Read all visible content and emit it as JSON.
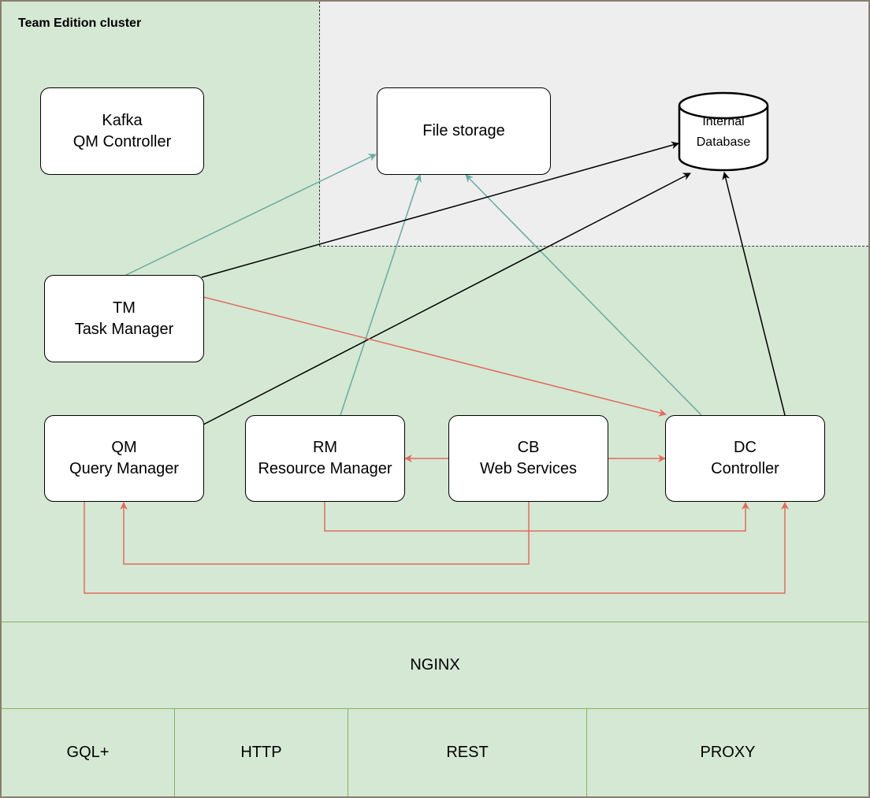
{
  "cluster": {
    "title": "Team Edition cluster"
  },
  "nodes": {
    "kafka": [
      "Kafka",
      "QM Controller"
    ],
    "file_storage": [
      "File storage"
    ],
    "database": [
      "Internal",
      "Database"
    ],
    "tm": [
      "TM",
      "Task Manager"
    ],
    "qm": [
      "QM",
      "Query Manager"
    ],
    "rm": [
      "RM",
      "Resource Manager"
    ],
    "cb": [
      "CB",
      "Web Services"
    ],
    "dc": [
      "DC",
      "Controller"
    ]
  },
  "gateway": {
    "label": "NGINX"
  },
  "protocols": [
    "GQL+",
    "HTTP",
    "REST",
    "PROXY"
  ],
  "colors": {
    "background": "#d5e8d4",
    "storage_zone": "#eeeeee",
    "teal_arrow": "#67ab9f",
    "red_arrow": "#e06c5e",
    "black_arrow": "#000000",
    "divider": "#82b366"
  }
}
